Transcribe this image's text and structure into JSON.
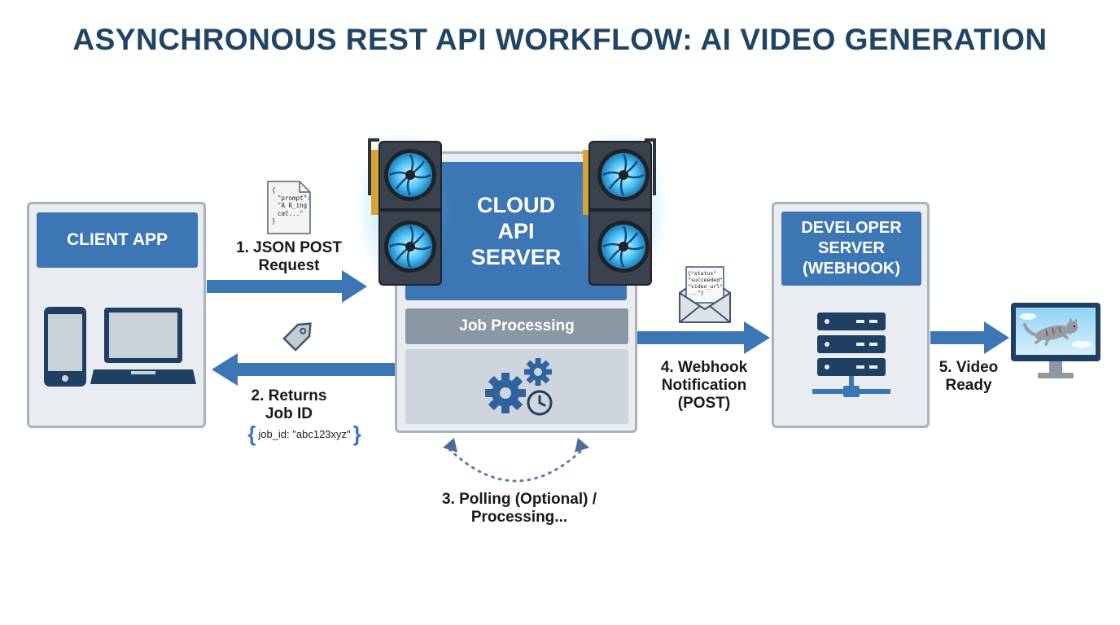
{
  "title": "ASYNCHRONOUS REST API WORKFLOW: AI VIDEO GENERATION",
  "client": {
    "header": "CLIENT APP"
  },
  "server": {
    "header_lines": [
      "CLOUD",
      "API",
      "SERVER"
    ],
    "job_processing": "Job Processing"
  },
  "developer": {
    "header_lines": [
      "DEVELOPER",
      "SERVER",
      "(WEBHOOK)"
    ]
  },
  "steps": {
    "step1": [
      "1. JSON POST",
      "Request"
    ],
    "step2": [
      "2. Returns",
      "Job ID"
    ],
    "step2_payload": "job_id: \"abc123xyz\"",
    "step3": [
      "3. Polling (Optional) /",
      "Processing..."
    ],
    "step4": [
      "4. Webhook",
      "Notification",
      "(POST)"
    ],
    "step5": [
      "5. Video",
      "Ready"
    ]
  },
  "json_doc": {
    "lines": [
      "{",
      "\"prompt\":",
      "\"A R̲ing",
      "cat...\"",
      "}"
    ]
  },
  "envelope_doc": {
    "lines": [
      "{\"status\"",
      "\"succeeded\"",
      "\"video_url\"",
      "...\"}"
    ]
  },
  "colors": {
    "accent": "#3c76b4",
    "title": "#1f4464",
    "panel": "#e9edf1",
    "panel_border": "#a9b3bd",
    "icon_dark": "#1f3f63",
    "glow": "#4fc3f7"
  },
  "icons": {
    "phone": "smartphone-icon",
    "laptop": "laptop-icon",
    "tag": "tag-icon",
    "gears": "gears-icon",
    "clock": "clock-icon",
    "gpu": "gpu-card-icon",
    "envelope": "envelope-icon",
    "server_rack": "server-rack-icon",
    "monitor": "monitor-icon",
    "cat": "flying-cat-icon"
  }
}
